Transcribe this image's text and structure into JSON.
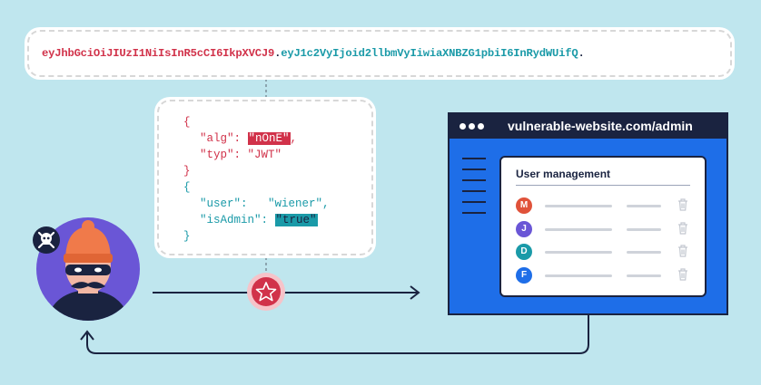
{
  "token": {
    "header": "eyJhbGciOiJIUzI1NiIsInR5cCI6IkpXVCJ9",
    "separator": ".",
    "payload": "eyJ1c2VyIjoid2llbmVyIiwiaXNBZG1pbiI6InRydWUifQ",
    "trailing_dot": "."
  },
  "json": {
    "open1": "{",
    "alg_key": "\"alg\": ",
    "alg_value": "\"nOnE\"",
    "alg_comma": ",",
    "typ_line": "\"typ\": \"JWT\"",
    "close1": "}",
    "open2": "{",
    "user_line": "\"user\":   \"wiener\",",
    "isadmin_key": "\"isAdmin\": ",
    "isadmin_value": "\"true\"",
    "close2": "}"
  },
  "browser": {
    "url": "vulnerable-website.com/admin",
    "panel_title": "User management",
    "users": [
      {
        "initial": "M",
        "color": "#e0523a"
      },
      {
        "initial": "J",
        "color": "#6a56d6"
      },
      {
        "initial": "D",
        "color": "#1a9aa8"
      },
      {
        "initial": "F",
        "color": "#1e6ee8"
      }
    ]
  },
  "colors": {
    "navy": "#1a2340",
    "red": "#d1324a",
    "teal": "#1a9aa8",
    "blue": "#1e6ee8",
    "attacker_bg": "#6a56d6",
    "beanie": "#f07a4a",
    "background": "#bfe6ee"
  },
  "icons": {
    "attacker_badge": "skull-crossbones-icon",
    "flow_marker": "star-icon",
    "row_action": "trash-icon"
  }
}
